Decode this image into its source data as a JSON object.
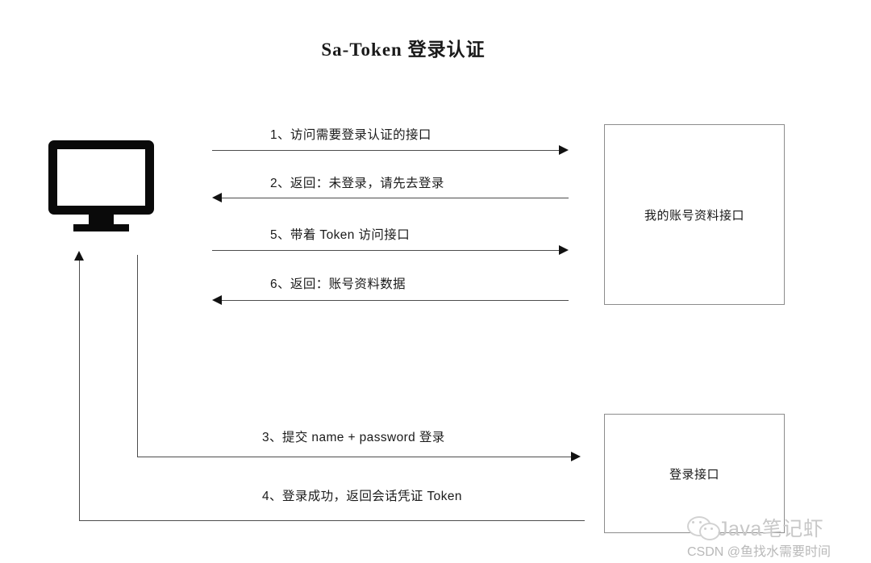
{
  "diagram": {
    "title": "Sa-Token 登录认证",
    "type": "sequence-diagram",
    "actor": {
      "name": "client-monitor",
      "icon": "monitor-icon"
    },
    "nodes": [
      {
        "id": "profile-api",
        "label": "我的账号资料接口"
      },
      {
        "id": "login-api",
        "label": "登录接口"
      }
    ],
    "flows": [
      {
        "step": "1",
        "label": "1、访问需要登录认证的接口",
        "direction": "right",
        "target": "profile-api"
      },
      {
        "step": "2",
        "label": "2、返回：未登录，请先去登录",
        "direction": "left",
        "target": "client-monitor"
      },
      {
        "step": "3",
        "label": "3、提交 name + password 登录",
        "direction": "right",
        "target": "login-api"
      },
      {
        "step": "4",
        "label": "4、登录成功，返回会话凭证 Token",
        "direction": "left",
        "target": "client-monitor"
      },
      {
        "step": "5",
        "label": "5、带着 Token 访问接口",
        "direction": "right",
        "target": "profile-api"
      },
      {
        "step": "6",
        "label": "6、返回：账号资料数据",
        "direction": "left",
        "target": "client-monitor"
      }
    ]
  },
  "watermark": {
    "brand": "Java笔记虾",
    "credit": "CSDN @鱼找水需要时间",
    "icon": "wechat-icon"
  },
  "colors": {
    "line": "#4d4d4d",
    "arrowhead": "#111111",
    "box_border": "#8c8c8c",
    "text": "#1a1a1a",
    "watermark": "#c8c8c8",
    "background": "#ffffff"
  }
}
